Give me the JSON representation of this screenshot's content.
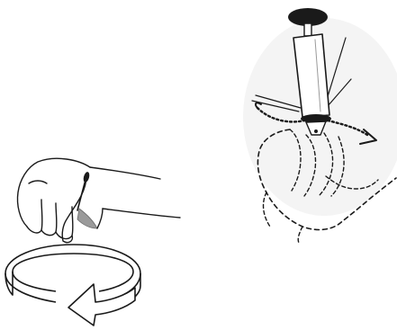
{
  "figure": {
    "panels": [
      {
        "id": "hand-rotation",
        "icon": "hand-holding-stick-icon"
      },
      {
        "id": "rotation-arrow",
        "icon": "circular-arrow-icon"
      },
      {
        "id": "device-rotation",
        "icon": "rod-device-in-hand-icon"
      }
    ],
    "colors": {
      "ink": "#1a1a1a",
      "shadow": "#9a9a9a",
      "background": "#ffffff"
    }
  }
}
